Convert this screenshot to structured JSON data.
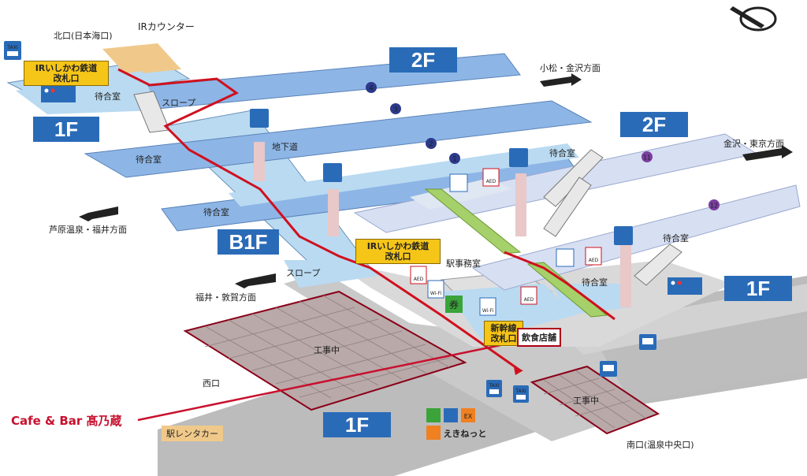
{
  "colors": {
    "floor_blue": "#2a6bb8",
    "platform_blue": "#8db6e6",
    "platform_lavender": "#d7dff2",
    "concourse_blue": "#b9daf1",
    "route_red": "#d0101e",
    "construction": "#b9a9a9",
    "road": "#bcbcbc",
    "yellow_tag": "#f5c518",
    "cafe_red": "#c8102e"
  },
  "floors": {
    "f2_upper": "2F",
    "f2_right": "2F",
    "f1_left": "1F",
    "f1_right": "1F",
    "f1_bottom": "1F",
    "b1f": "B1F"
  },
  "exits": {
    "north": "北口(日本海口)",
    "south": "南口(温泉中央口)",
    "west": "西口"
  },
  "gates": {
    "ir_top": "IRいしかわ鉄道\n改札口",
    "ir_mid": "IRいしかわ鉄道\n改札口",
    "shinkansen": "新幹線\n改札口"
  },
  "labels": {
    "ir_counter": "IRカウンター",
    "waiting_nw": "待合室",
    "waiting_2f_left": "待合室",
    "waiting_b1": "待合室",
    "waiting_2f_right": "待合室",
    "waiting_1f_a": "待合室",
    "waiting_1f_b": "待合室",
    "slope_top": "スロープ",
    "slope_bottom": "スロープ",
    "underground": "地下道",
    "station_office": "駅事務室",
    "restaurant": "飲食店舗",
    "construction_1": "工事中",
    "construction_2": "工事中",
    "rental_car": "駅レンタカー",
    "dir_komatsu": "小松・金沢方面",
    "dir_kanazawa_tokyo": "金沢・東京方面",
    "dir_awara": "芦原温泉・福井方面",
    "dir_fukui": "福井・敦賀方面",
    "taxi": "TAXI",
    "aed": "AED",
    "wifi": "Wi-Fi",
    "ticket": "券",
    "ekinet": "えきねっと",
    "ex": "EX"
  },
  "tracks": [
    "4",
    "3",
    "2",
    "1",
    "11",
    "12"
  ],
  "callout": {
    "cafe_name": "Cafe & Bar 髙乃蔵"
  },
  "icons": [
    "compass-icon",
    "taxi-icon",
    "bus-icon",
    "elevator-icon",
    "restroom-icon",
    "wheelchair-icon",
    "aed-icon",
    "wifi-icon",
    "smoking-icon",
    "ticket-icon",
    "arrow-icon"
  ]
}
